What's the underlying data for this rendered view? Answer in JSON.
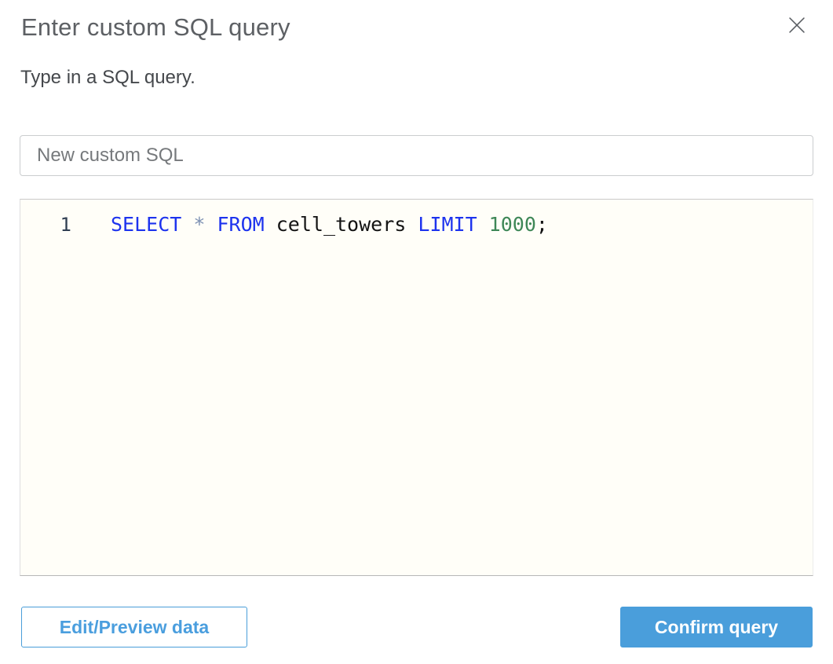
{
  "dialog": {
    "title": "Enter custom SQL query",
    "subtitle": "Type in a SQL query."
  },
  "name_input": {
    "value": "New custom SQL"
  },
  "editor": {
    "line_number": "1",
    "sql_text": "SELECT * FROM cell_towers LIMIT 1000;",
    "tokens": [
      {
        "text": "SELECT ",
        "type": "keyword"
      },
      {
        "text": "* ",
        "type": "operator"
      },
      {
        "text": "FROM ",
        "type": "keyword"
      },
      {
        "text": "cell_towers ",
        "type": "identifier"
      },
      {
        "text": "LIMIT ",
        "type": "keyword"
      },
      {
        "text": "1000",
        "type": "number"
      },
      {
        "text": ";",
        "type": "punctuation"
      }
    ]
  },
  "footer": {
    "edit_preview_label": "Edit/Preview data",
    "confirm_label": "Confirm query"
  },
  "icons": {
    "close": "x-icon"
  },
  "colors": {
    "accent_blue": "#4a9edb",
    "keyword_blue": "#1d33ee",
    "number_green": "#3e8757",
    "operator_slate": "#7d91b3",
    "editor_background": "#fffef8",
    "title_gray": "#5d6064"
  }
}
